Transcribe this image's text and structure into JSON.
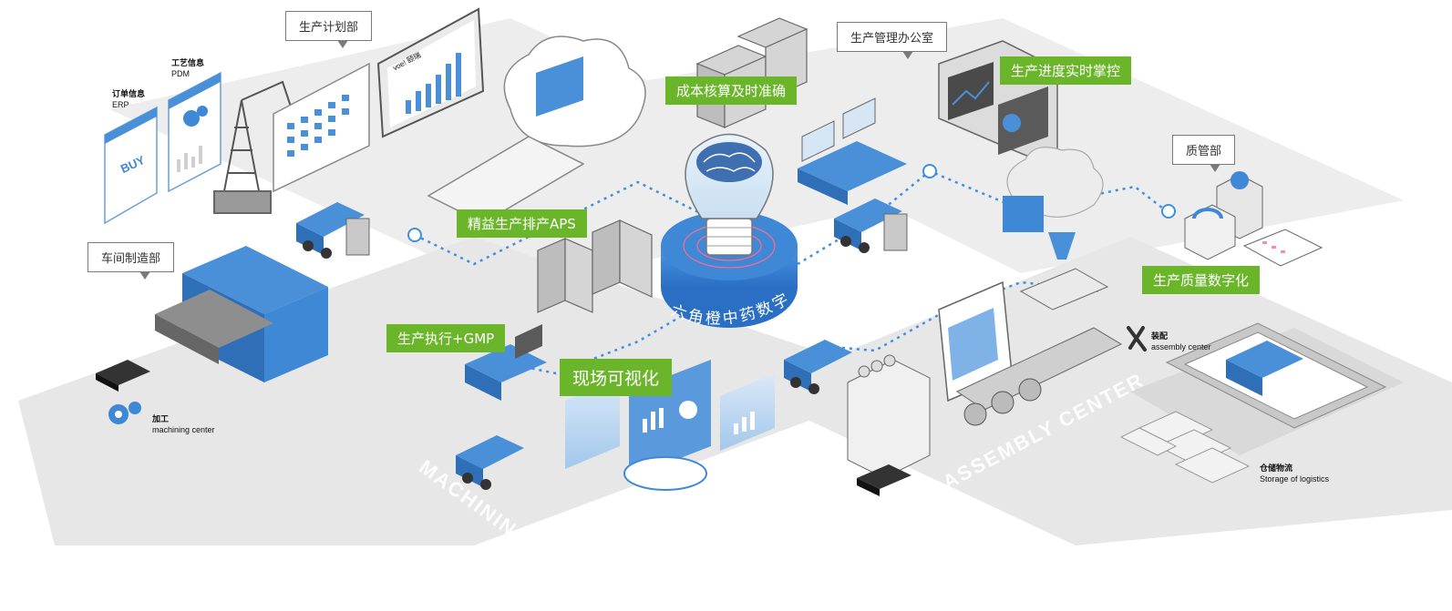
{
  "departments": {
    "production_planning": "生产计划部",
    "production_office": "生产管理办公室",
    "quality_dept": "质管部",
    "workshop_dept": "车间制造部"
  },
  "features": {
    "cost_accounting": "成本核算及时准确",
    "progress_control": "生产进度实时掌控",
    "lean_aps": "精益生产排产APS",
    "quality_digital": "生产质量数字化",
    "execution_gmp": "生产执行+GMP",
    "onsite_visual": "现场可视化"
  },
  "labels": {
    "order_cn": "订单信息",
    "order_en": "ERP",
    "process_cn": "工艺信息",
    "process_en": "PDM",
    "buy": "BUY",
    "machining_cn": "加工",
    "machining_en": "machining center",
    "assembly_cn": "装配",
    "assembly_en": "assembly center",
    "logistics_cn": "仓储物流",
    "logistics_en": "Storage of logistics",
    "brand": "voe! 颐瑞"
  },
  "floor_text": {
    "machining": "MACHINING CENTER",
    "assembly": "ASSEMBLY CENTER"
  },
  "hub": {
    "title": "六角橙中药数字化"
  },
  "colors": {
    "accent_green": "#6bb52b",
    "machine_blue": "#3f88d6",
    "floor_gray": "#e9e9ea",
    "dotted_line": "#3f8fe0"
  }
}
